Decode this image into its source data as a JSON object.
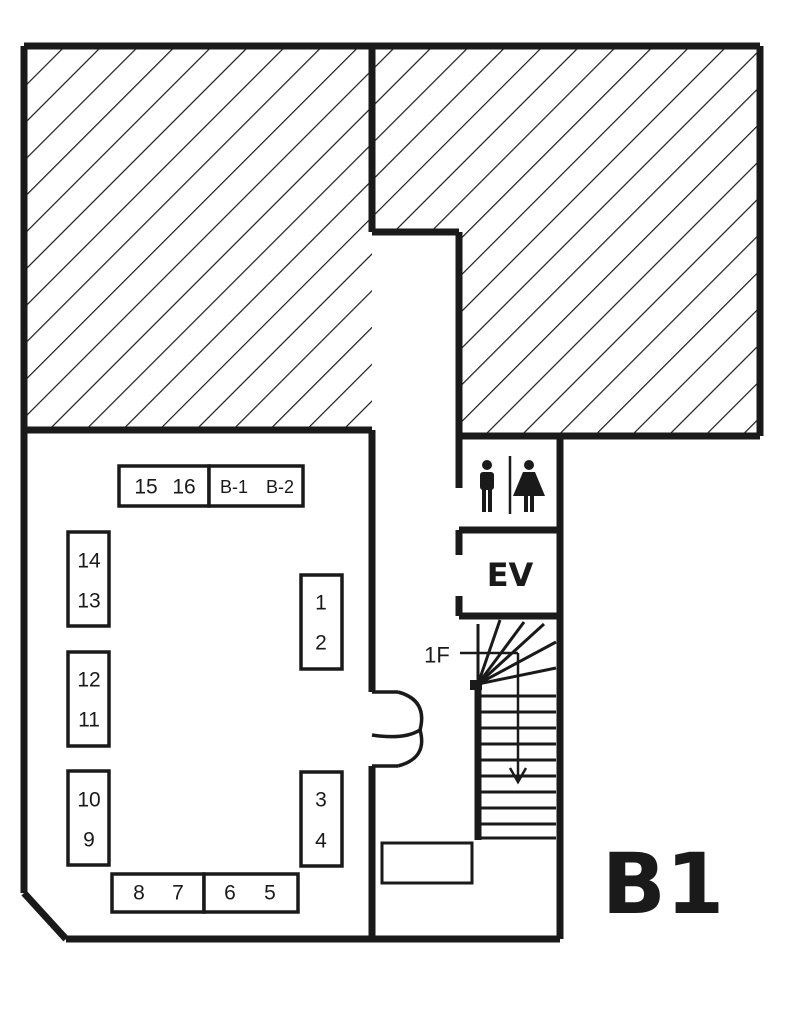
{
  "floor_label": "B1",
  "elevator_label": "EV",
  "stairs_label": "1F",
  "restroom": {
    "male_icon": "man-icon",
    "female_icon": "woman-icon"
  },
  "booths": {
    "b15": "15",
    "b16": "16",
    "bB1": "B-1",
    "bB2": "B-2",
    "b14": "14",
    "b13": "13",
    "b12": "12",
    "b11": "11",
    "b10": "10",
    "b9": "9",
    "b1": "1",
    "b2": "2",
    "b3": "3",
    "b4": "4",
    "b8": "8",
    "b7": "7",
    "b6": "6",
    "b5": "5"
  },
  "colors": {
    "wall": "#1a1a1a",
    "background": "#ffffff",
    "hatch": "#1a1a1a"
  }
}
